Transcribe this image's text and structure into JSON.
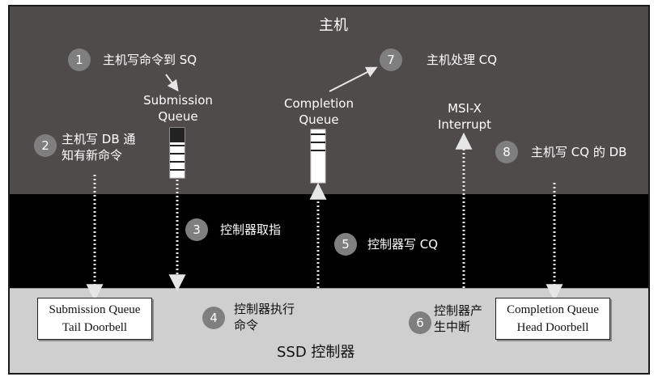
{
  "host": {
    "title": "主机"
  },
  "ssd": {
    "title": "SSD 控制器"
  },
  "queues": {
    "submission": {
      "line1": "Submission",
      "line2": "Queue"
    },
    "completion": {
      "line1": "Completion",
      "line2": "Queue"
    }
  },
  "msi": {
    "line1": "MSI-X",
    "line2": "Interrupt"
  },
  "doorbells": {
    "sq_tail": {
      "line1": "Submission Queue",
      "line2": "Tail Doorbell"
    },
    "cq_head": {
      "line1": "Completion Queue",
      "line2": "Head Doorbell"
    }
  },
  "steps": [
    {
      "num": "1",
      "lines": [
        "主机写命令到 SQ"
      ]
    },
    {
      "num": "2",
      "lines": [
        "主机写 DB 通",
        "知有新命令"
      ]
    },
    {
      "num": "3",
      "lines": [
        "控制器取指"
      ]
    },
    {
      "num": "4",
      "lines": [
        "控制器执行",
        "命令"
      ]
    },
    {
      "num": "5",
      "lines": [
        "控制器写 CQ"
      ]
    },
    {
      "num": "6",
      "lines": [
        "控制器产",
        "生中断"
      ]
    },
    {
      "num": "7",
      "lines": [
        "主机处理 CQ"
      ]
    },
    {
      "num": "8",
      "lines": [
        "主机写 CQ 的 DB"
      ]
    }
  ],
  "colors": {
    "host_bg": "#4f4b4b",
    "bus_bg": "#000000",
    "ssd_bg": "#cfcfcf",
    "badge": "#7f7f7f",
    "arrow": "#e6e6e6"
  }
}
